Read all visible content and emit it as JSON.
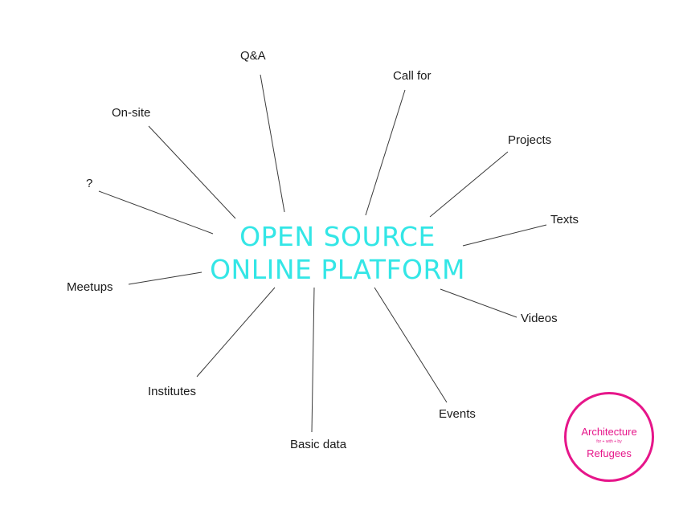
{
  "diagram": {
    "center": {
      "line1": "OPEN SOURCE",
      "line2": "ONLINE PLATFORM",
      "color": "#33e6e6"
    },
    "line_color": "#3a3a3a",
    "nodes": [
      {
        "id": "qa",
        "label": "Q&A"
      },
      {
        "id": "call-for",
        "label": "Call for"
      },
      {
        "id": "on-site",
        "label": "On-site"
      },
      {
        "id": "projects",
        "label": "Projects"
      },
      {
        "id": "question",
        "label": "?"
      },
      {
        "id": "texts",
        "label": "Texts"
      },
      {
        "id": "meetups",
        "label": "Meetups"
      },
      {
        "id": "videos",
        "label": "Videos"
      },
      {
        "id": "institutes",
        "label": "Institutes"
      },
      {
        "id": "events",
        "label": "Events"
      },
      {
        "id": "basic-data",
        "label": "Basic data"
      }
    ]
  },
  "logo": {
    "line1": "Architecture",
    "line2": "for + with + by",
    "line3": "Refugees",
    "color": "#e6168a"
  }
}
